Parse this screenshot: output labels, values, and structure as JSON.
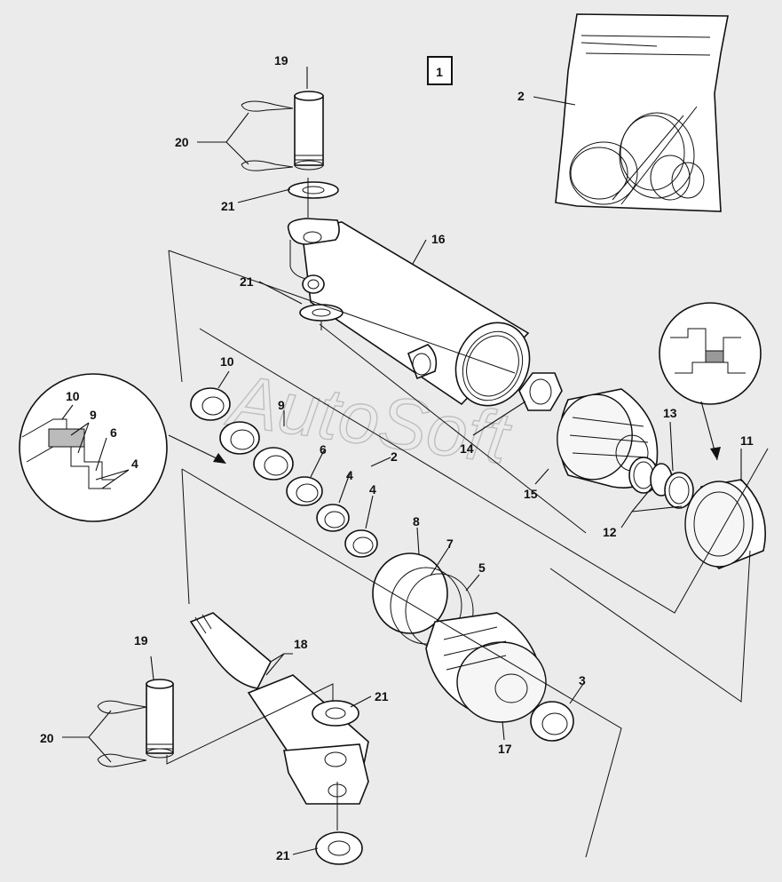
{
  "diagram": {
    "figure_number": "1",
    "watermark": "AutoSoft",
    "callouts": {
      "c2_bag": "2",
      "c2_seal": "2",
      "c3": "3",
      "c4a": "4",
      "c4b": "4",
      "c4_detail": "4",
      "c5": "5",
      "c6": "6",
      "c6_detail": "6",
      "c7": "7",
      "c8": "8",
      "c9": "9",
      "c9_detail": "9",
      "c10": "10",
      "c10_detail": "10",
      "c11": "11",
      "c12": "12",
      "c13": "13",
      "c14": "14",
      "c15": "15",
      "c16": "16",
      "c17": "17",
      "c18": "18",
      "c19_top": "19",
      "c19_bot": "19",
      "c20_top": "20",
      "c20_bot": "20",
      "c21_a": "21",
      "c21_b": "21",
      "c21_c": "21",
      "c21_d": "21"
    }
  }
}
